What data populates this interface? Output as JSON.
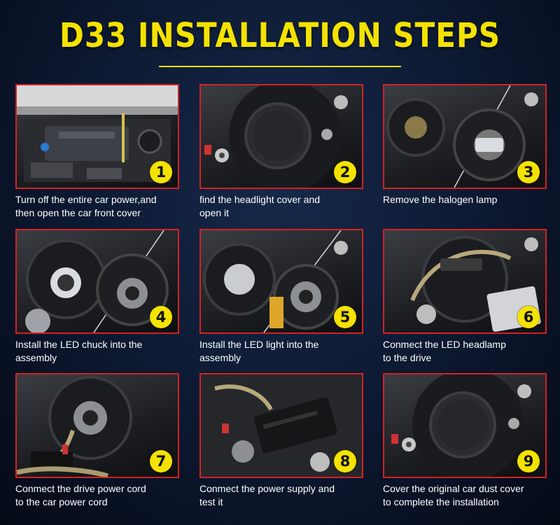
{
  "header": {
    "title": "D33 INSTALLATION STEPS"
  },
  "accent_color": "#f4e200",
  "frame_color": "#d22222",
  "steps": [
    {
      "number": "1",
      "line1": "Turn off the entire car power,and",
      "line2": "then open the car front cover"
    },
    {
      "number": "2",
      "line1": "find the headlight cover and",
      "line2": "open it"
    },
    {
      "number": "3",
      "line1": "Remove the halogen lamp",
      "line2": ""
    },
    {
      "number": "4",
      "line1": "Install the LED chuck into the",
      "line2": "assembly"
    },
    {
      "number": "5",
      "line1": "Install the LED light into the",
      "line2": "assembly"
    },
    {
      "number": "6",
      "line1": "Conmect the LED headlamp",
      "line2": "to the drive"
    },
    {
      "number": "7",
      "line1": "Conmect the drive power cord",
      "line2": "to the car power cord"
    },
    {
      "number": "8",
      "line1": "Conmect the power supply and",
      "line2": "test it"
    },
    {
      "number": "9",
      "line1": "Cover the original car dust cover",
      "line2": "to complete the installation"
    }
  ]
}
